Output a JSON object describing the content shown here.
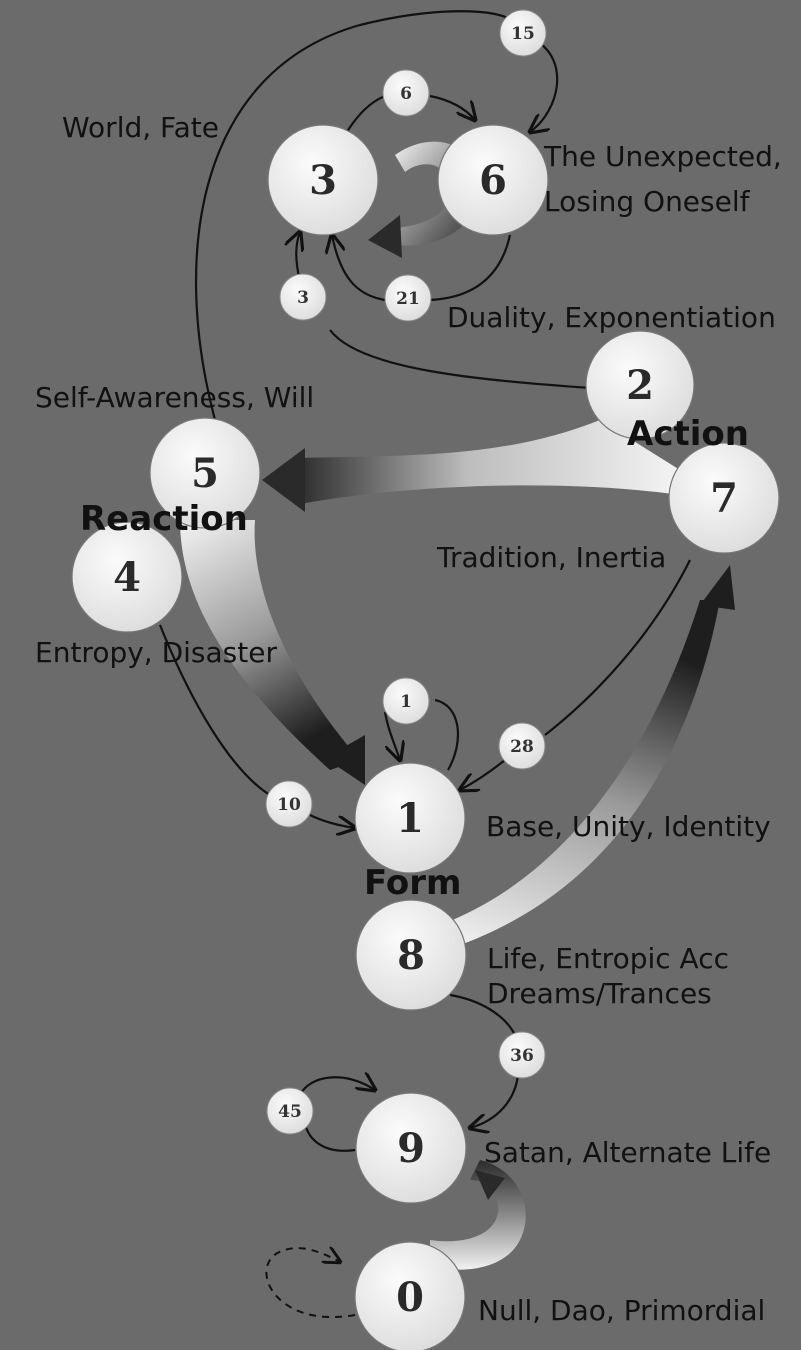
{
  "nodes": {
    "n0": "0",
    "n1": "1",
    "n2": "2",
    "n3": "3",
    "n4": "4",
    "n5": "5",
    "n6": "6",
    "n7": "7",
    "n8": "8",
    "n9": "9"
  },
  "edge_labels": {
    "e15": "15",
    "e6": "6",
    "e3": "3",
    "e21": "21",
    "e1": "1",
    "e28": "28",
    "e10": "10",
    "e36": "36",
    "e45": "45"
  },
  "groups": {
    "action": "Action",
    "reaction": "Reaction",
    "form": "Form"
  },
  "captions": {
    "world_fate": "World, Fate",
    "unexpected": "The Unexpected,",
    "losing_oneself": "Losing Oneself",
    "duality": "Duality, Exponentiation",
    "self_awareness": "Self-Awareness, Will",
    "tradition": "Tradition, Inertia",
    "entropy": "Entropy, Disaster",
    "base_unity": "Base, Unity, Identity",
    "life_line1": "Life, Entropic Acc",
    "life_line2": "Dreams/Trances",
    "satan": "Satan, Alternate Life",
    "null_dao": "Null, Dao, Primordial"
  }
}
